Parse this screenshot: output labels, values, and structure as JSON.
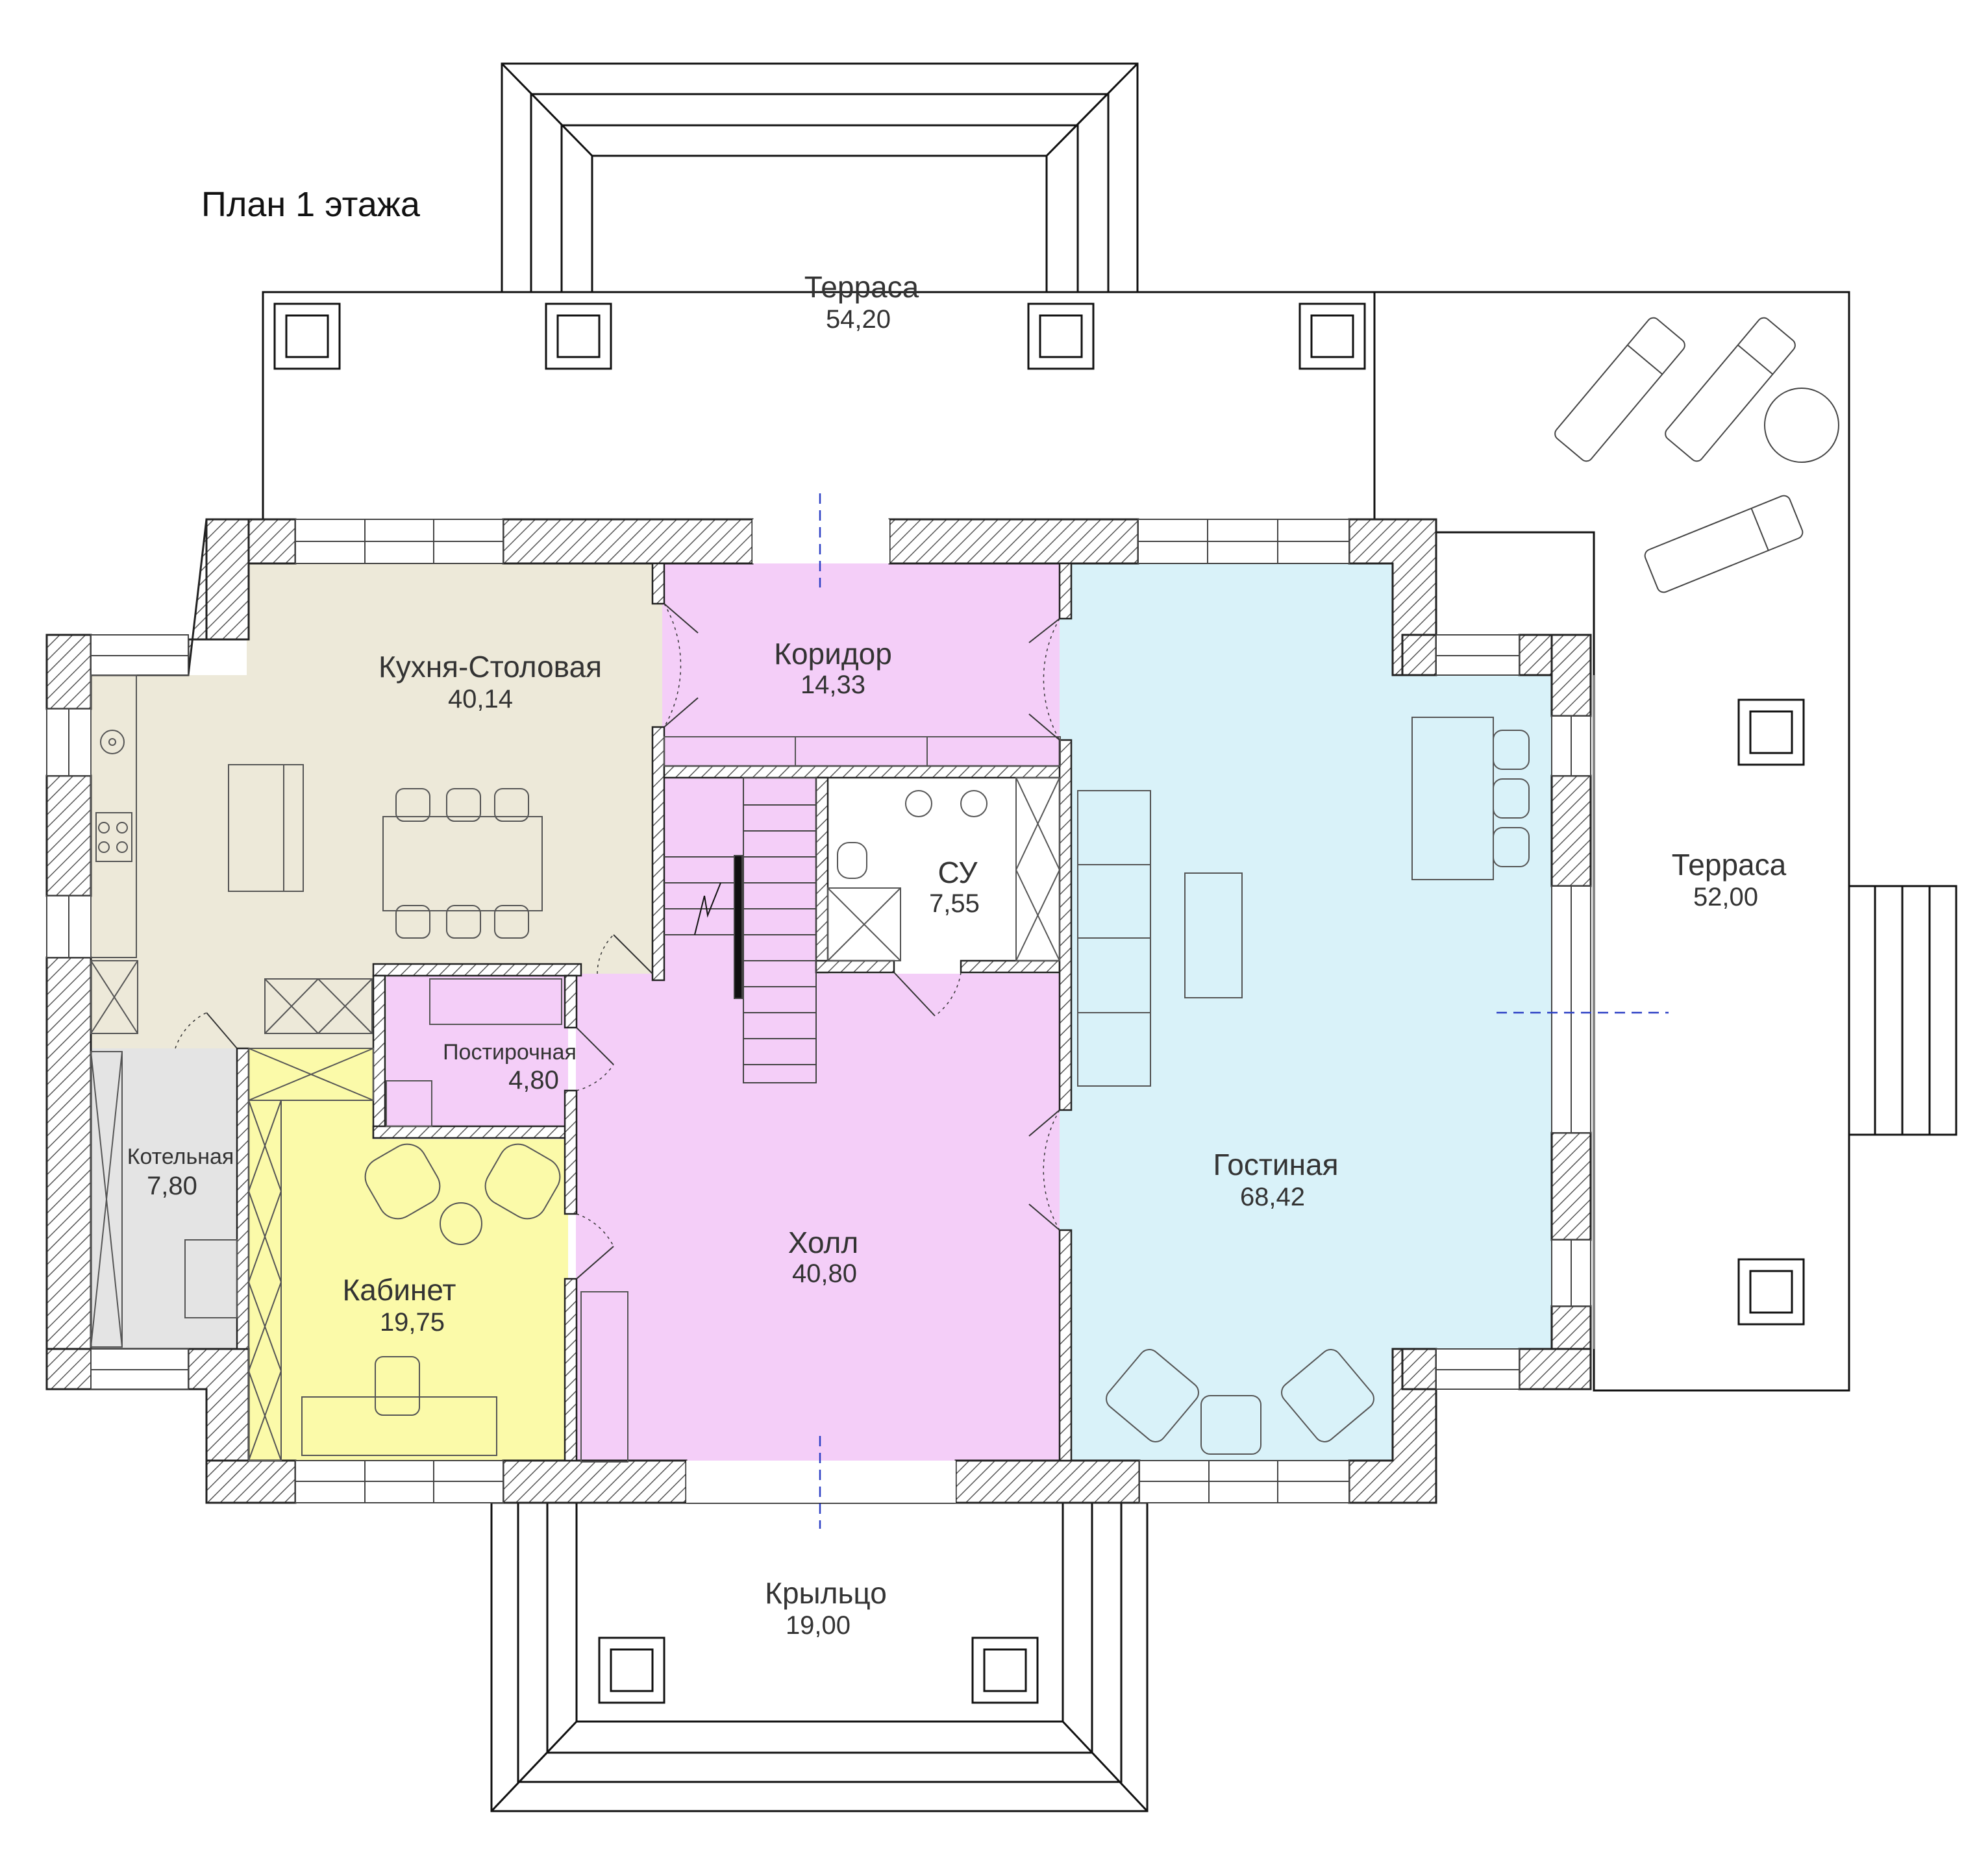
{
  "title": "План 1 этажа",
  "colors": {
    "kitchen": "#ede9d9",
    "corridor": "#f4cef8",
    "living": "#d9f2f9",
    "office": "#fbfaa9",
    "boiler": "#e4e4e4",
    "wall_hatch": "#555555",
    "axis_line": "#2b3fc4"
  },
  "rooms": {
    "terrace_top": {
      "name": "Терраса",
      "area": "54,20"
    },
    "terrace_right": {
      "name": "Терраса",
      "area": "52,00"
    },
    "kitchen": {
      "name": "Кухня-Столовая",
      "area": "40,14"
    },
    "corridor": {
      "name": "Коридор",
      "area": "14,33"
    },
    "wc": {
      "name": "СУ",
      "area": "7,55"
    },
    "laundry": {
      "name": "Постирочная",
      "area": "4,80"
    },
    "boiler": {
      "name": "Котельная",
      "area": "7,80"
    },
    "office": {
      "name": "Кабинет",
      "area": "19,75"
    },
    "hall": {
      "name": "Холл",
      "area": "40,80"
    },
    "living": {
      "name": "Гостиная",
      "area": "68,42"
    },
    "porch": {
      "name": "Крыльцо",
      "area": "19,00"
    }
  }
}
